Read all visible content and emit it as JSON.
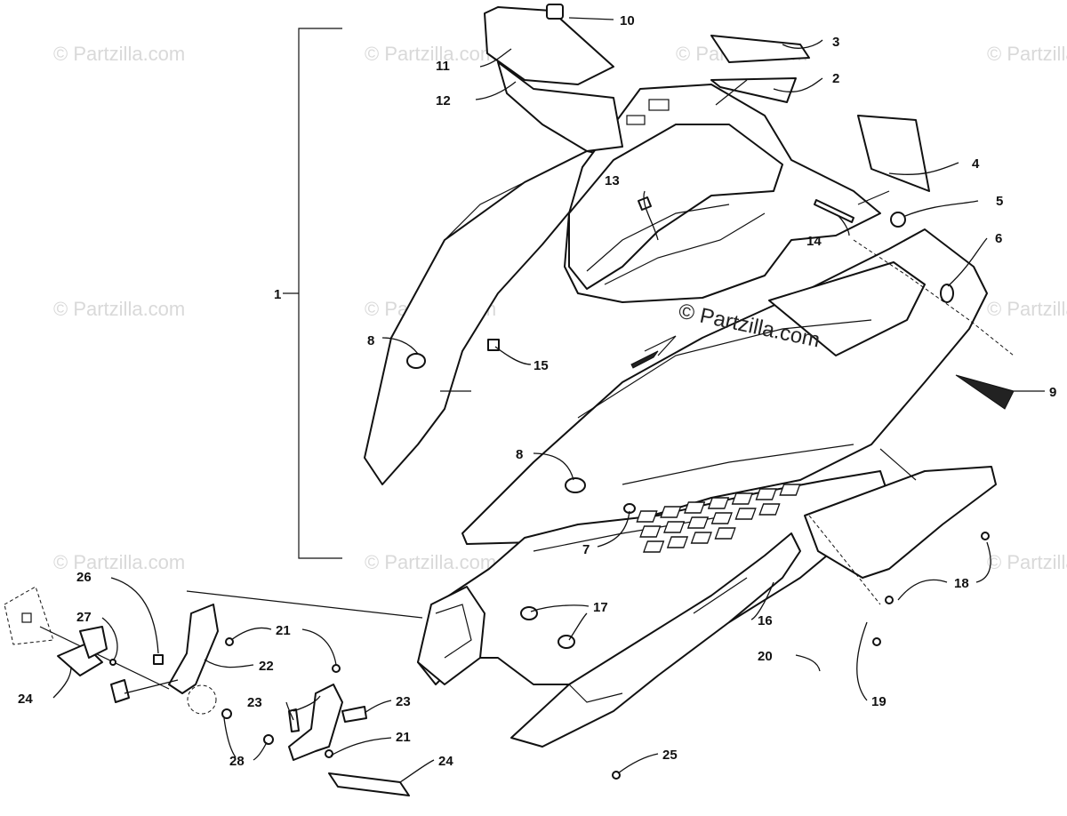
{
  "watermark": {
    "tile_text": "© Partzilla.com",
    "center_text": "© Partzilla.com"
  },
  "callouts": [
    "1",
    "2",
    "3",
    "4",
    "5",
    "6",
    "7",
    "8",
    "8",
    "9",
    "10",
    "11",
    "12",
    "13",
    "14",
    "15",
    "16",
    "17",
    "18",
    "19",
    "20",
    "21",
    "21",
    "22",
    "23",
    "23",
    "24",
    "24",
    "25",
    "26",
    "27",
    "28"
  ]
}
